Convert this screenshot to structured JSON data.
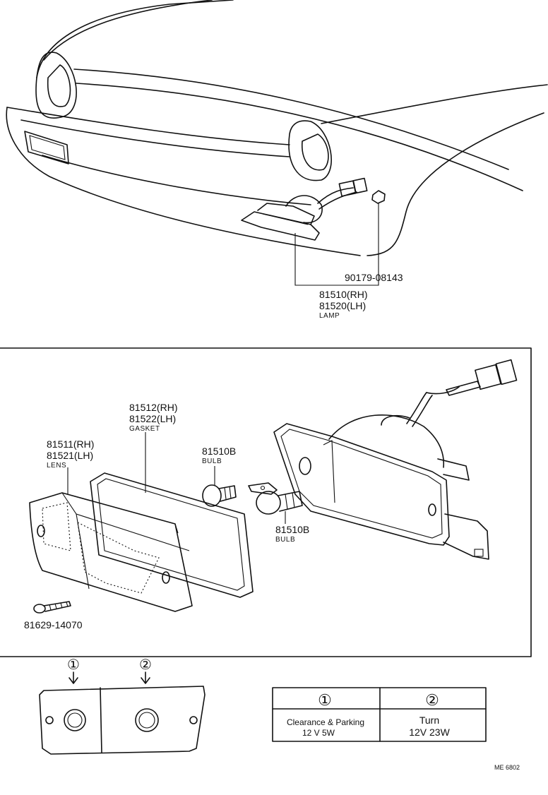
{
  "assembly": {
    "clip_part": "90179-08143",
    "lamp_rh": "81510(RH)",
    "lamp_lh": "81520(LH)",
    "lamp_label": "LAMP"
  },
  "exploded": {
    "gasket_rh": "81512(RH)",
    "gasket_lh": "81522(LH)",
    "gasket_label": "GASKET",
    "lens_rh": "81511(RH)",
    "lens_lh": "81521(LH)",
    "lens_label": "LENS",
    "bulb_upper_part": "81510B",
    "bulb_upper_label": "BULB",
    "bulb_lower_part": "81510B",
    "bulb_lower_label": "BULB",
    "screw_part": "81629-14070"
  },
  "legend": {
    "marker_1": "①",
    "marker_2": "②",
    "col1_number": "①",
    "col2_number": "②",
    "col1_line1": "Clearance & Parking",
    "col1_line2": "12 V   5W",
    "col2_line1": "Turn",
    "col2_line2": "12V   23W"
  },
  "footer_code": "ME  6802"
}
